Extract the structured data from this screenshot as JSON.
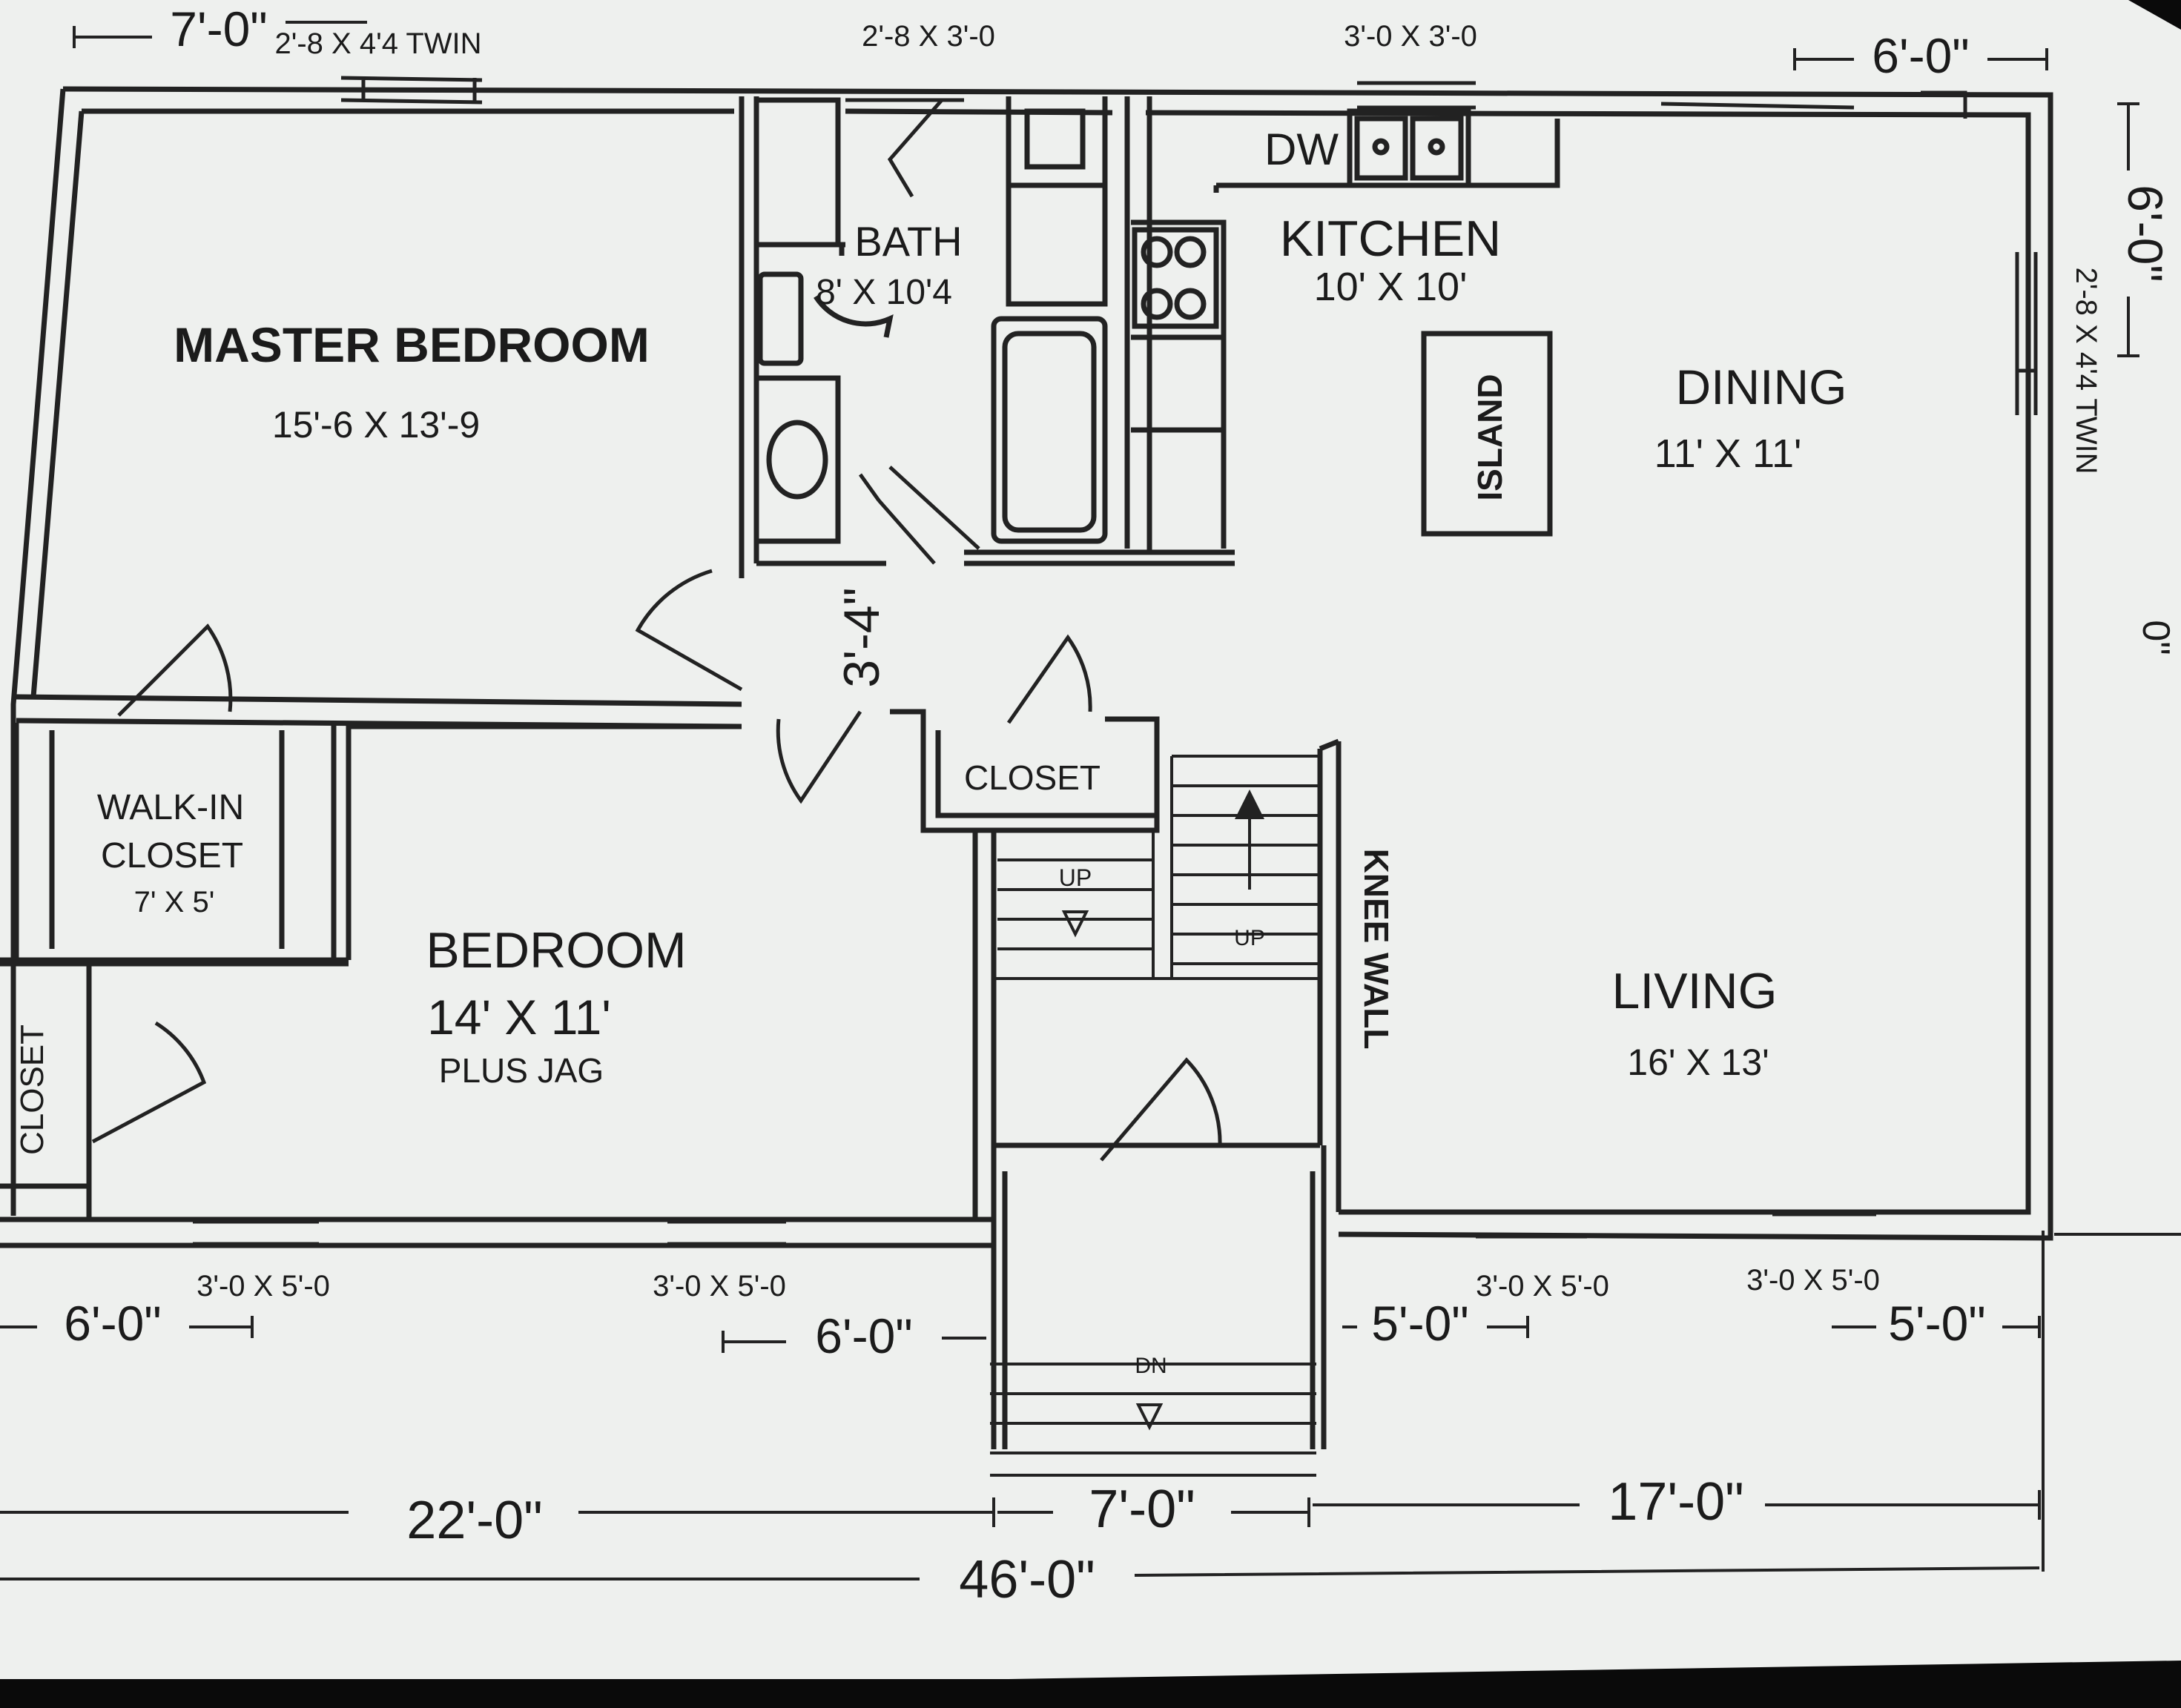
{
  "rooms": {
    "master_bedroom": {
      "name": "MASTER BEDROOM",
      "size": "15'-6 X 13'-9"
    },
    "bath": {
      "name": "BATH",
      "size": "8' X 10'4"
    },
    "kitchen": {
      "name": "KITCHEN",
      "size": "10' X 10'"
    },
    "dining": {
      "name": "DINING",
      "size": "11' X 11'"
    },
    "island": {
      "name": "ISLAND"
    },
    "walk_in_closet": {
      "name_line1": "WALK-IN",
      "name_line2": "CLOSET",
      "size": "7' X 5'"
    },
    "bedroom": {
      "name": "BEDROOM",
      "size": "14' X 11'",
      "note": "PLUS JAG"
    },
    "closet_hall": {
      "name": "CLOSET"
    },
    "closet_side": {
      "name": "CLOSET"
    },
    "living": {
      "name": "LIVING",
      "size": "16' X 13'"
    },
    "knee_wall": {
      "name": "KNEE WALL"
    }
  },
  "fixtures": {
    "dw": "DW"
  },
  "stairs": {
    "up_left": "UP",
    "up_right": "UP",
    "down": "DN"
  },
  "windows": {
    "top_left": "2'-8 X 4'4 TWIN",
    "top_bath": "2'-8 X 3'-0",
    "top_kitchen": "3'-0 X 3'-0",
    "right_side": "2'-8 X 4'4 TWIN",
    "bottom_1": "3'-0 X 5'-0",
    "bottom_2": "3'-0 X 5'-0",
    "bottom_3": "3'-0 X 5'-0",
    "bottom_4": "3'-0 X 5'-0"
  },
  "dimensions": {
    "top_left_offset": "7'-0\"",
    "top_right_offset": "6'-0\"",
    "right_side_offset": "6'-0\"",
    "right_side_partial": "0\"",
    "hall_width": "3'-4\"",
    "bottom_left_offset": "6'-0\"",
    "bottom_mid_offset": "6'-0\"",
    "bottom_right_offset_1": "5'-0\"",
    "bottom_right_offset_2": "5'-0\"",
    "left_section": "22'-0\"",
    "middle_section": "7'-0\"",
    "right_section": "17'-0\"",
    "overall": "46'-0\""
  }
}
